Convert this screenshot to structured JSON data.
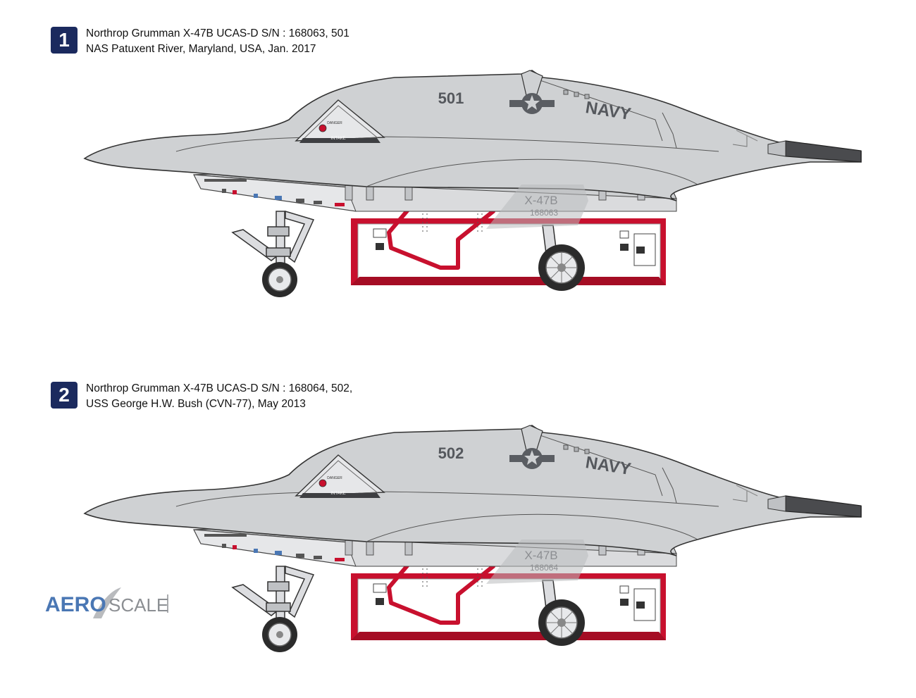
{
  "schemes": [
    {
      "number": "1",
      "line1": "Northrop Grumman X-47B UCAS-D S/N : 168063, 501",
      "line2": "NAS Patuxent River, Maryland, USA, Jan. 2017",
      "modex": "501",
      "serial": "168063"
    },
    {
      "number": "2",
      "line1": "Northrop Grumman X-47B UCAS-D S/N : 168064, 502,",
      "line2": "USS George H.W. Bush (CVN-77), May 2013",
      "modex": "502",
      "serial": "168064"
    }
  ],
  "markings": {
    "service": "NAVY",
    "type": "X-47B",
    "intake": "INTAKE",
    "danger": "DANGER"
  },
  "logo": {
    "left": "AERO",
    "right": "SCALE"
  },
  "colors": {
    "badge": "#1b2a5e",
    "airframe": "#cfd1d3",
    "insignia": "#5a5d62",
    "cart_red": "#c8102e",
    "logo_blue": "#4a77b4",
    "logo_gray": "#8c8f93"
  }
}
